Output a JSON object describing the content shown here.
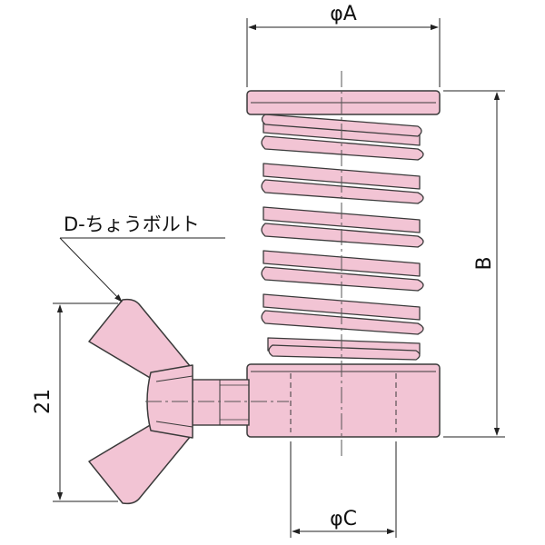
{
  "labels": {
    "dia_a": "φA",
    "height_b": "B",
    "dia_c": "φC",
    "bolt_callout": "D-ちょうボルト",
    "wing_span": "21"
  },
  "colors": {
    "part_fill": "#f2c4d4",
    "part_stroke": "#3a3a3a",
    "dim_line": "#222222",
    "center_line": "#555555"
  }
}
